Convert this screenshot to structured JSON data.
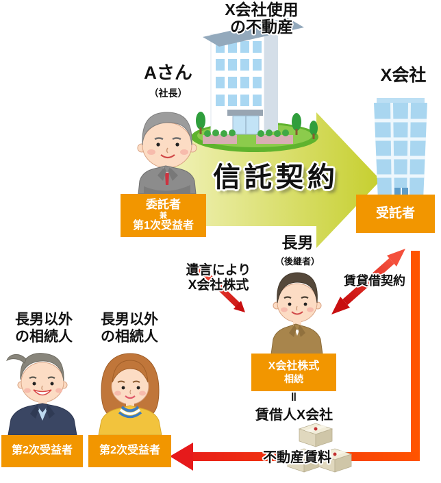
{
  "top_label": {
    "line1": "X会社使用",
    "line2": "の不動産"
  },
  "actors": {
    "a_san": {
      "name": "Aさん",
      "role": "（社長）"
    },
    "x_company": {
      "name": "X会社"
    },
    "chonan": {
      "name": "長男",
      "role": "（後継者）"
    },
    "heir_left": {
      "line1": "長男以外",
      "line2": "の相続人"
    },
    "heir_right": {
      "line1": "長男以外",
      "line2": "の相続人"
    }
  },
  "labels": {
    "trust_contract": "信託契約",
    "will": {
      "line1": "遺言により",
      "line2": "X会社株式"
    },
    "lease": "賃貸借契約",
    "rent": "不動産賃料"
  },
  "boxes": {
    "trustor": {
      "line1": "委託者",
      "line2": "兼",
      "line3": "第1次受益者"
    },
    "trustee": "受託者",
    "share": {
      "line1": "X会社株式",
      "line2": "相続"
    },
    "beneficiary_left": "第2次受益者",
    "beneficiary_right": "第2次受益者"
  },
  "notes": {
    "equals": "‖",
    "lessee": "賃借人X会社"
  },
  "colors": {
    "box_orange": "#F29600",
    "bar_orange": "#FF5400",
    "arrow_red": "#E61A1B",
    "trust_arrow_light": "#F0F1B6",
    "trust_arrow_dark": "#C6CF2F"
  }
}
